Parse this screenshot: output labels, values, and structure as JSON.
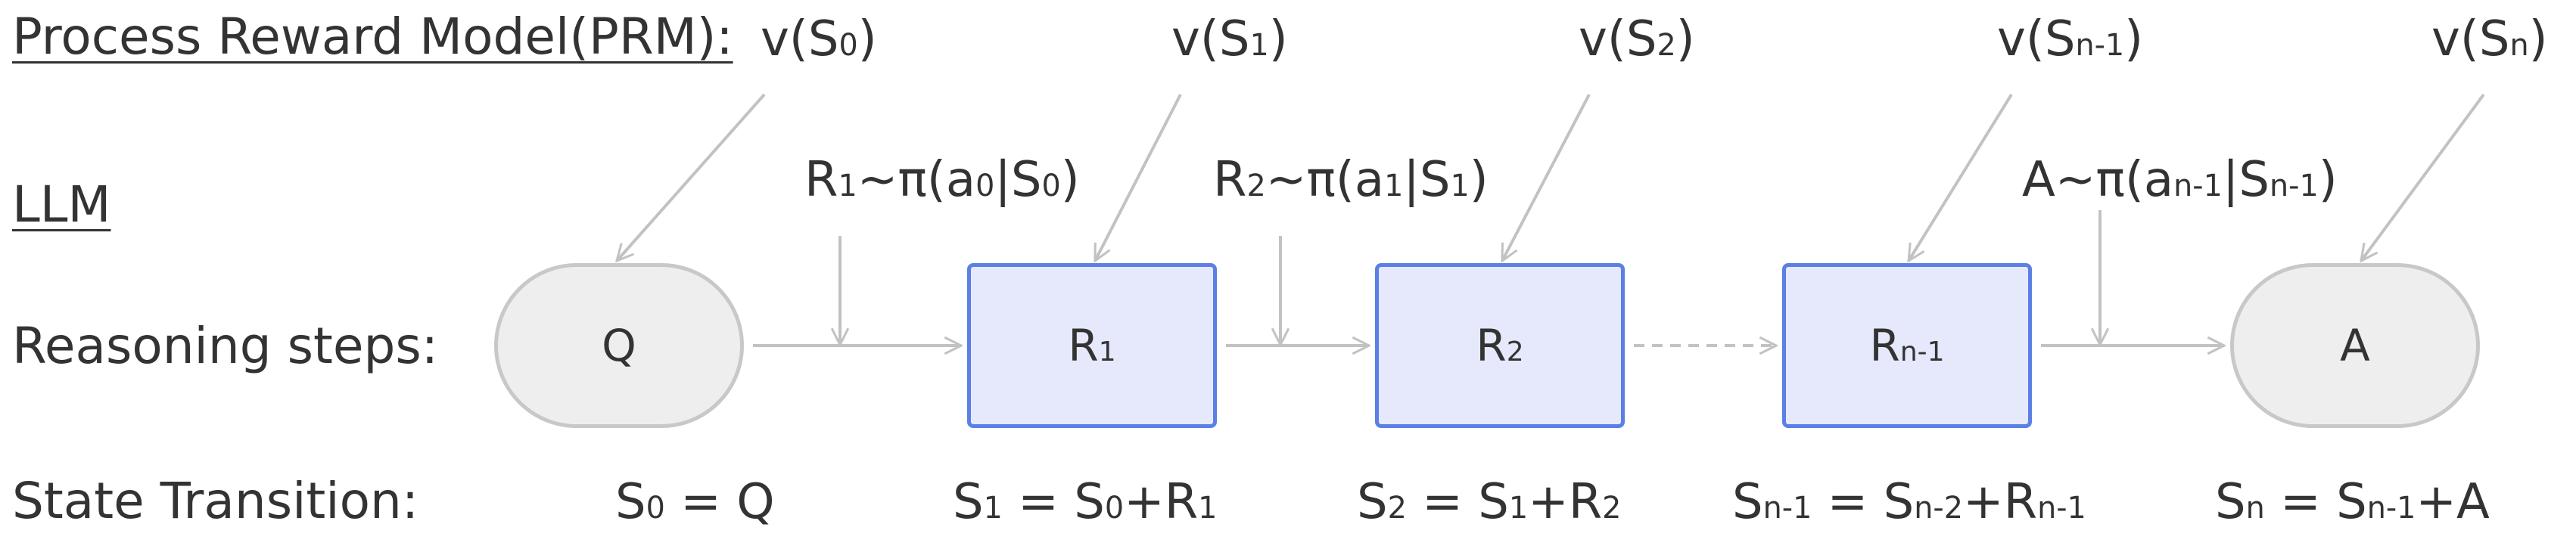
{
  "labels": {
    "prm": "Process Reward Model(PRM):",
    "llm": "LLM",
    "reasoning": "Reasoning steps:",
    "state": "State Transition:"
  },
  "values": [
    {
      "pre": "v(",
      "base": "S",
      "sub": "0",
      "post": ")"
    },
    {
      "pre": "v(",
      "base": "S",
      "sub": "1",
      "post": ")"
    },
    {
      "pre": "v(",
      "base": "S",
      "sub": "2",
      "post": ")"
    },
    {
      "pre": "v(",
      "base": "S",
      "sub": "n-1",
      "post": ")"
    },
    {
      "pre": "v(",
      "base": "S",
      "sub": "n",
      "post": ")"
    }
  ],
  "policies": [
    {
      "parts": [
        {
          "t": "R"
        },
        {
          "t": "1",
          "s": true
        },
        {
          "t": "~π(a"
        },
        {
          "t": "0",
          "s": true
        },
        {
          "t": "|S"
        },
        {
          "t": "0",
          "s": true
        },
        {
          "t": ")"
        }
      ]
    },
    {
      "parts": [
        {
          "t": "R"
        },
        {
          "t": "2",
          "s": true
        },
        {
          "t": "~π(a"
        },
        {
          "t": "1",
          "s": true
        },
        {
          "t": "|S"
        },
        {
          "t": "1",
          "s": true
        },
        {
          "t": ")"
        }
      ]
    },
    {
      "parts": [
        {
          "t": "A~π(a"
        },
        {
          "t": "n-1",
          "s": true
        },
        {
          "t": "|S"
        },
        {
          "t": "n-1",
          "s": true
        },
        {
          "t": ")"
        }
      ]
    }
  ],
  "nodes": [
    {
      "kind": "question",
      "parts": [
        {
          "t": "Q"
        }
      ]
    },
    {
      "kind": "step",
      "parts": [
        {
          "t": "R"
        },
        {
          "t": "1",
          "s": true
        }
      ]
    },
    {
      "kind": "step",
      "parts": [
        {
          "t": "R"
        },
        {
          "t": "2",
          "s": true
        }
      ]
    },
    {
      "kind": "step",
      "parts": [
        {
          "t": "R"
        },
        {
          "t": "n-1",
          "s": true
        }
      ]
    },
    {
      "kind": "answer",
      "parts": [
        {
          "t": "A"
        }
      ]
    }
  ],
  "transitions": [
    {
      "parts": [
        {
          "t": "S"
        },
        {
          "t": "0",
          "s": true
        },
        {
          "t": " = Q"
        }
      ]
    },
    {
      "parts": [
        {
          "t": "S"
        },
        {
          "t": "1",
          "s": true
        },
        {
          "t": " = S"
        },
        {
          "t": "0",
          "s": true
        },
        {
          "t": "+R"
        },
        {
          "t": "1",
          "s": true
        }
      ]
    },
    {
      "parts": [
        {
          "t": "S"
        },
        {
          "t": "2",
          "s": true
        },
        {
          "t": " = S"
        },
        {
          "t": "1",
          "s": true
        },
        {
          "t": "+R"
        },
        {
          "t": "2",
          "s": true
        }
      ]
    },
    {
      "parts": [
        {
          "t": "S"
        },
        {
          "t": "n-1",
          "s": true
        },
        {
          "t": " = S"
        },
        {
          "t": "n-2",
          "s": true
        },
        {
          "t": "+R"
        },
        {
          "t": "n-1",
          "s": true
        }
      ]
    },
    {
      "parts": [
        {
          "t": "S"
        },
        {
          "t": "n",
          "s": true
        },
        {
          "t": " = S"
        },
        {
          "t": "n-1",
          "s": true
        },
        {
          "t": "+A"
        }
      ]
    }
  ],
  "colors": {
    "text": "#333333",
    "arrow": "#c2c2c2",
    "step_fill": "#e5e9fb",
    "step_border": "#5b7fe6",
    "terminal_fill": "#eeeeee",
    "terminal_border": "#c8c8c8"
  }
}
